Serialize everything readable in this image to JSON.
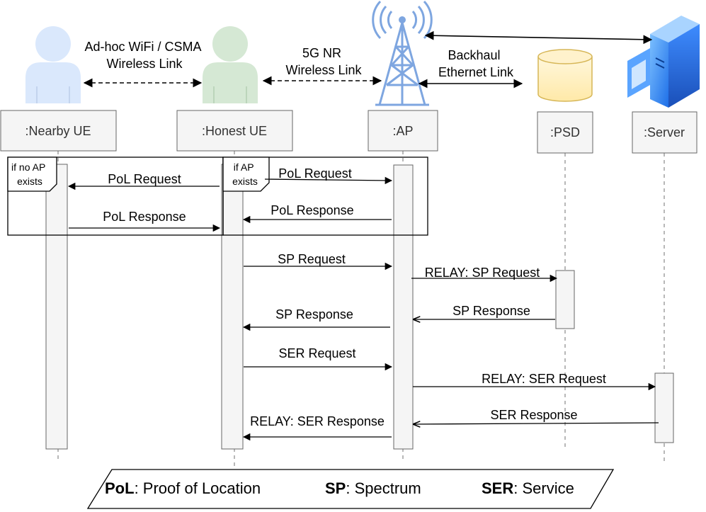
{
  "participants": [
    {
      "id": "nearby-ue",
      "label": ":Nearby UE",
      "icon": "user-icon",
      "icon_color": "#dae8fc"
    },
    {
      "id": "honest-ue",
      "label": ":Honest UE",
      "icon": "user-icon",
      "icon_color": "#d5e8d4"
    },
    {
      "id": "ap",
      "label": ":AP",
      "icon": "antenna-tower-icon",
      "icon_color": "#7ea6e0"
    },
    {
      "id": "psd",
      "label": ":PSD",
      "icon": "database-icon",
      "icon_color": "#fff2cc"
    },
    {
      "id": "server",
      "label": ":Server",
      "icon": "server-icon",
      "icon_color": "#3e8cff"
    }
  ],
  "links": [
    {
      "id": "adhoc",
      "lines": [
        "Ad-hoc WiFi / CSMA",
        "Wireless Link"
      ]
    },
    {
      "id": "nr",
      "lines": [
        "5G NR",
        "Wireless Link"
      ]
    },
    {
      "id": "backhaul",
      "lines": [
        "Backhaul",
        "Ethernet Link"
      ]
    }
  ],
  "fragments": [
    {
      "id": "no-ap",
      "lines": [
        "if no AP",
        "exists"
      ]
    },
    {
      "id": "ap",
      "lines": [
        "if AP",
        "exists"
      ]
    }
  ],
  "messages": [
    {
      "id": "pol-req-nearby",
      "label": "PoL Request",
      "from": "honest-ue",
      "to": "nearby-ue"
    },
    {
      "id": "pol-resp-nearby",
      "label": "PoL Response",
      "from": "nearby-ue",
      "to": "honest-ue"
    },
    {
      "id": "pol-req-ap",
      "label": "PoL Request",
      "from": "honest-ue",
      "to": "ap"
    },
    {
      "id": "pol-resp-ap",
      "label": "PoL Response",
      "from": "ap",
      "to": "honest-ue"
    },
    {
      "id": "sp-req",
      "label": "SP Request",
      "from": "honest-ue",
      "to": "ap"
    },
    {
      "id": "relay-sp-req",
      "label": "RELAY: SP Request",
      "from": "ap",
      "to": "psd"
    },
    {
      "id": "sp-resp-psd",
      "label": "SP Response",
      "from": "psd",
      "to": "ap"
    },
    {
      "id": "sp-resp",
      "label": "SP Response",
      "from": "ap",
      "to": "honest-ue"
    },
    {
      "id": "ser-req",
      "label": "SER Request",
      "from": "honest-ue",
      "to": "ap"
    },
    {
      "id": "relay-ser-req",
      "label": "RELAY: SER Request",
      "from": "ap",
      "to": "server"
    },
    {
      "id": "ser-resp-server",
      "label": "SER Response",
      "from": "server",
      "to": "ap"
    },
    {
      "id": "relay-ser-resp",
      "label": "RELAY: SER Response",
      "from": "ap",
      "to": "honest-ue"
    }
  ],
  "legend": [
    {
      "key": "PoL",
      "desc": ": Proof of Location"
    },
    {
      "key": "SP",
      "desc": ": Spectrum"
    },
    {
      "key": "SER",
      "desc": ": Service"
    }
  ]
}
